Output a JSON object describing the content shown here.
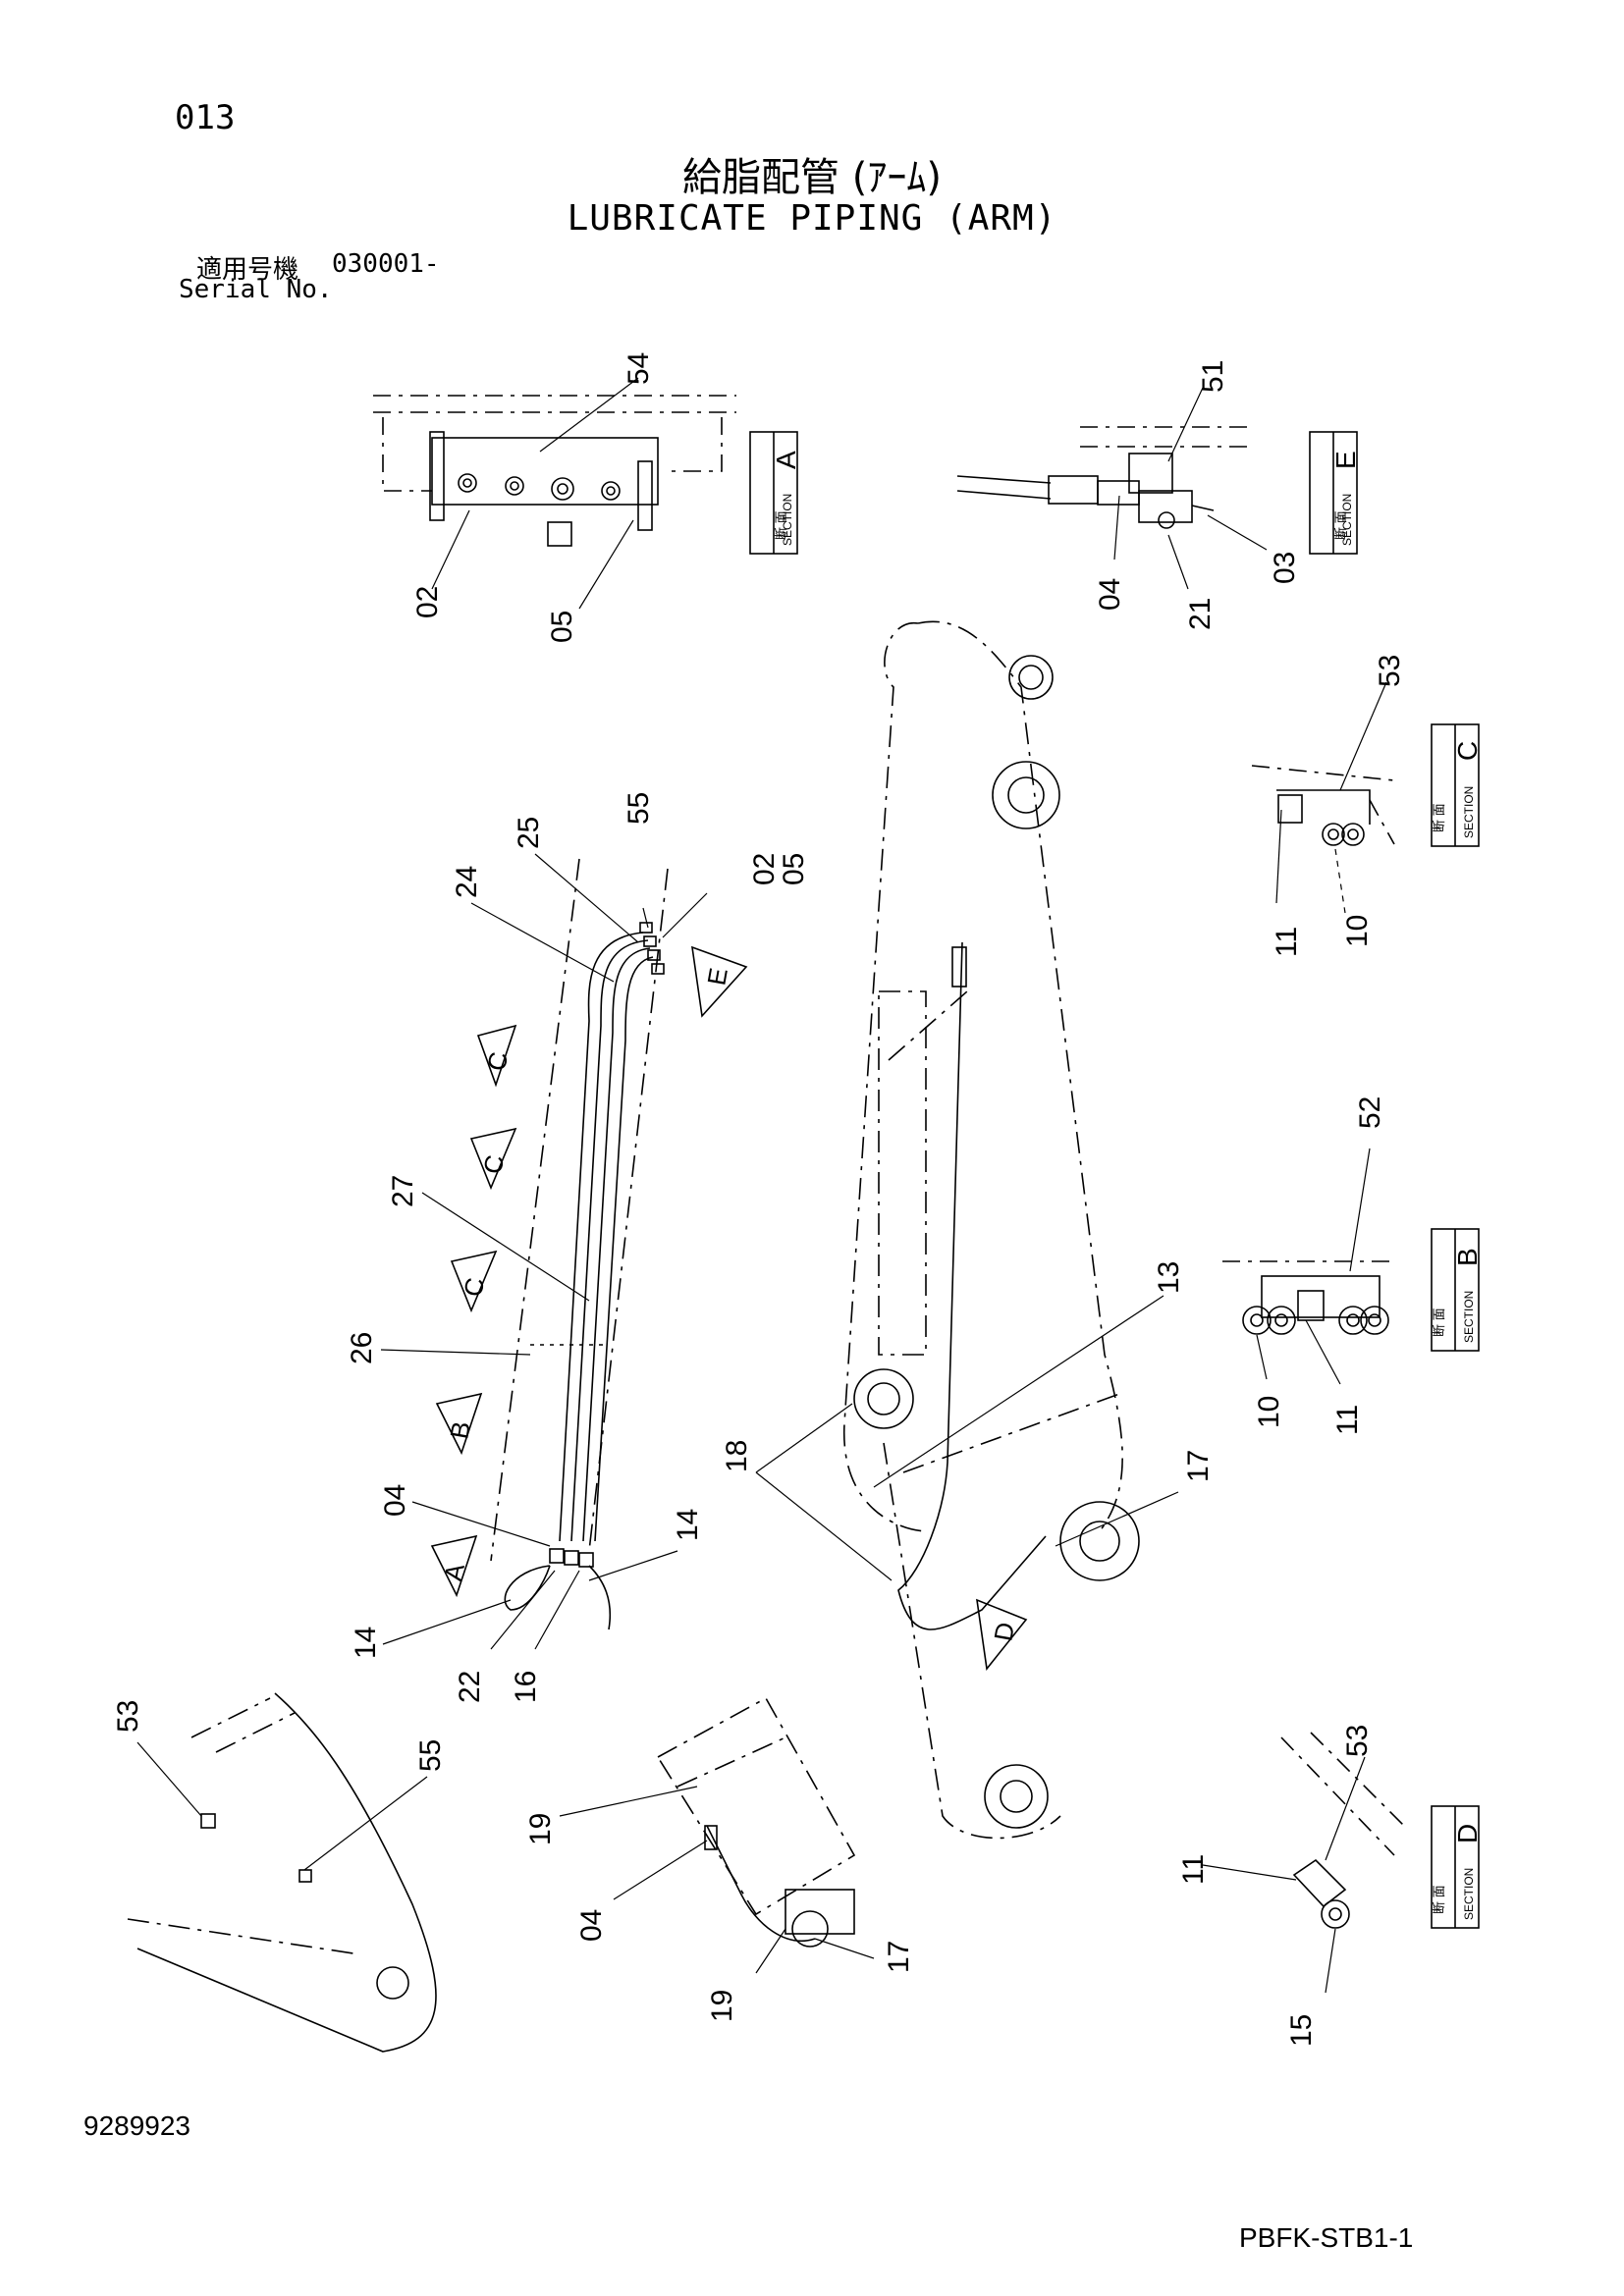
{
  "page": {
    "number": "013",
    "title_jp": "給脂配管 (ｱｰﾑ)",
    "title_en": "LUBRICATE PIPING (ARM)",
    "serial_label_jp": "適用号機",
    "serial_value": "030001-",
    "serial_label_en": "Serial No.",
    "drawing_number": "9289923",
    "document_code": "PBFK-STB1-1"
  },
  "sections": {
    "section_word": "SECTION",
    "section_jp": "断 面",
    "A": "A",
    "B": "B",
    "C": "C",
    "D": "D",
    "E": "E"
  },
  "view_arrows": [
    "E",
    "C",
    "C",
    "C",
    "B",
    "A",
    "D"
  ],
  "callouts": {
    "c54": "54",
    "c02a": "02",
    "c05a": "05",
    "c51": "51",
    "c04a": "04",
    "c21": "21",
    "c03": "03",
    "c53a": "53",
    "c11a": "11",
    "c10a": "10",
    "c52": "52",
    "c10b": "10",
    "c11b": "11",
    "c53d": "53",
    "c11d": "11",
    "c15": "15",
    "c25": "25",
    "c55a": "55",
    "c24": "24",
    "c02b": "02",
    "c05b": "05",
    "c27": "27",
    "c26": "26",
    "c04b": "04",
    "c14a": "14",
    "c14b": "14",
    "c22": "22",
    "c16": "16",
    "c13": "13",
    "c18": "18",
    "c17a": "17",
    "c53b": "53",
    "c55b": "55",
    "c19a": "19",
    "c04c": "04",
    "c19b": "19",
    "c17b": "17"
  },
  "colors": {
    "line": "#000000",
    "background": "#ffffff"
  }
}
